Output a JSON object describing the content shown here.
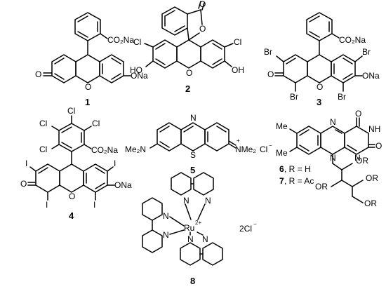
{
  "compounds": [
    {
      "number": "1"
    },
    {
      "number": "2"
    },
    {
      "number": "3"
    },
    {
      "number": "4"
    },
    {
      "number": "5"
    },
    {
      "number": "6"
    },
    {
      "number": "7"
    },
    {
      "number": "8"
    }
  ],
  "labels": {
    "co2na": "CO₂Na",
    "ona": "ONa",
    "oxo": "O",
    "o": "O",
    "oh": "OH",
    "ho": "HO",
    "cl": "Cl",
    "br": "Br",
    "i": "I",
    "s": "S",
    "n": "N",
    "nh": "NH",
    "me": "Me",
    "me2n": "Me₂N",
    "nme2": "NMe₂",
    "cl_minus": "Cl",
    "minus": "−",
    "plus": "+",
    "or": "OR",
    "ru": "Ru",
    "charge_2plus": "2+",
    "two_cl": "2Cl",
    "r_def_6": "6",
    "r_def_6_text": ", R = H",
    "r_def_7": "7",
    "r_def_7_text": ", R = Ac"
  }
}
